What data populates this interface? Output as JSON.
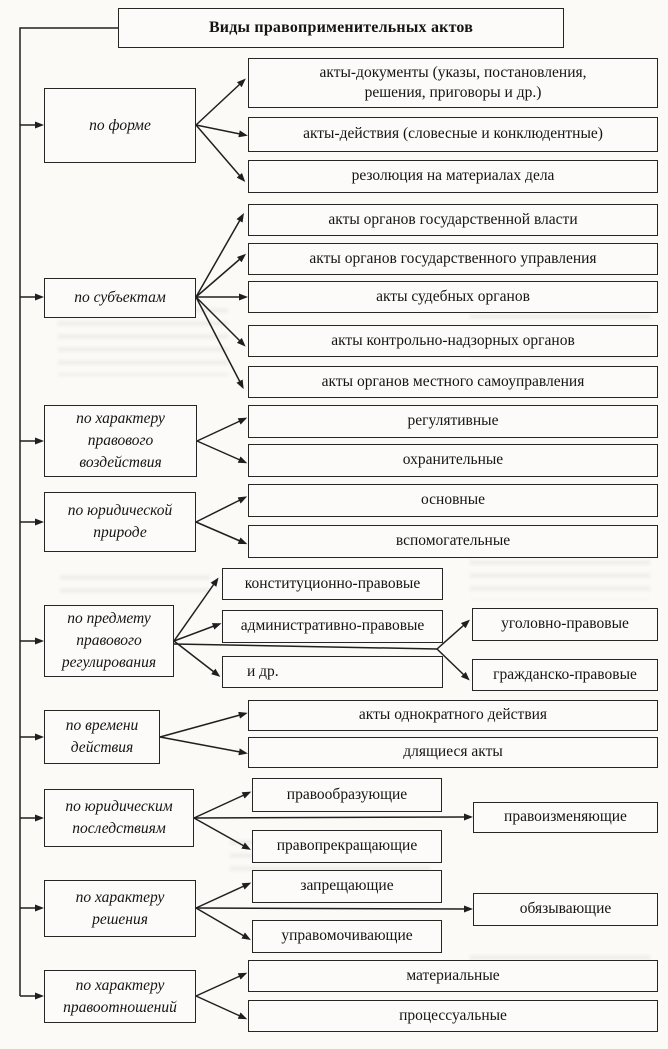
{
  "title": "Виды правоприменительных актов",
  "sections": [
    {
      "label": "по форме",
      "targets": [
        "акты-документы (указы, постановления, решения, приговоры и др.)",
        "акты-действия (словесные и конклюдентные)",
        "резолюция на материалах дела"
      ]
    },
    {
      "label": "по субъектам",
      "targets": [
        "акты органов государственной власти",
        "акты органов государственного управления",
        "акты судебных органов",
        "акты контрольно-надзорных органов",
        "акты органов местного самоуправления"
      ]
    },
    {
      "label": "по характеру правового воздействия",
      "targets": [
        "регулятивные",
        "охранительные"
      ]
    },
    {
      "label": "по юридической природе",
      "targets": [
        "основные",
        "вспомогательные"
      ]
    },
    {
      "label": "по предмету правового регулирования",
      "targets": [
        "конституционно-правовые",
        "административно-правовые",
        "и др."
      ],
      "secondary": [
        "уголовно-правовые",
        "гражданско-правовые"
      ]
    },
    {
      "label": "по времени действия",
      "targets": [
        "акты однократного действия",
        "длящиеся акты"
      ]
    },
    {
      "label": "по юридическим последствиям",
      "targets": [
        "правообразующие",
        "правопрекращающие"
      ],
      "secondary": [
        "правоизменяющие"
      ]
    },
    {
      "label": "по характеру решения",
      "targets": [
        "запрещающие",
        "управомочивающие"
      ],
      "secondary": [
        "обязывающие"
      ]
    },
    {
      "label": "по характеру правоотношений",
      "targets": [
        "материальные",
        "процессуальные"
      ]
    }
  ],
  "colors": {
    "paper": "#fbfaf7",
    "line": "#1f1f1f",
    "box_border": "#262626",
    "text": "#141414"
  }
}
